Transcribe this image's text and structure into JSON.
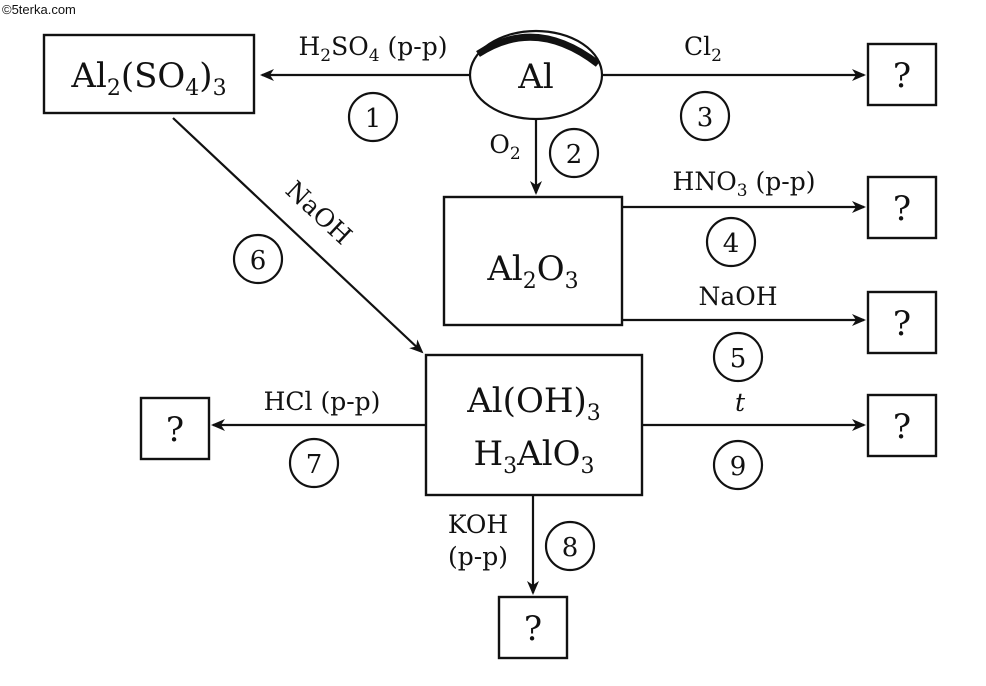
{
  "watermark": "©5terka.com",
  "nodes": {
    "al": "Al",
    "al2so43": {
      "base": "Al",
      "s1": "2",
      "mid": "(SO",
      "s2": "4",
      "close": ")",
      "s3": "3"
    },
    "al2o3": {
      "base": "Al",
      "s1": "2",
      "mid": "O",
      "s2": "3"
    },
    "aloh3": {
      "base": "Al(OH)",
      "s1": "3"
    },
    "h3alo3": {
      "h": "H",
      "s1": "3",
      "mid": "AlO",
      "s2": "3"
    },
    "unknown": "?"
  },
  "reagents": {
    "h2so4": {
      "h": "H",
      "s1": "2",
      "mid": "SO",
      "s2": "4",
      "rest": " (р-р)"
    },
    "cl2": {
      "base": "Cl",
      "s1": "2"
    },
    "o2": {
      "base": "O",
      "s1": "2"
    },
    "hno3": {
      "base": "HNO",
      "s1": "3",
      "rest": " (р-р)"
    },
    "naoh_5": "NaOH",
    "naoh_6": "NaOH",
    "hcl": "HCl (р-р)",
    "heat": "t",
    "koh": "KOH",
    "koh_cond": "(р-р)"
  },
  "steps": [
    "1",
    "2",
    "3",
    "4",
    "5",
    "6",
    "7",
    "8",
    "9"
  ]
}
